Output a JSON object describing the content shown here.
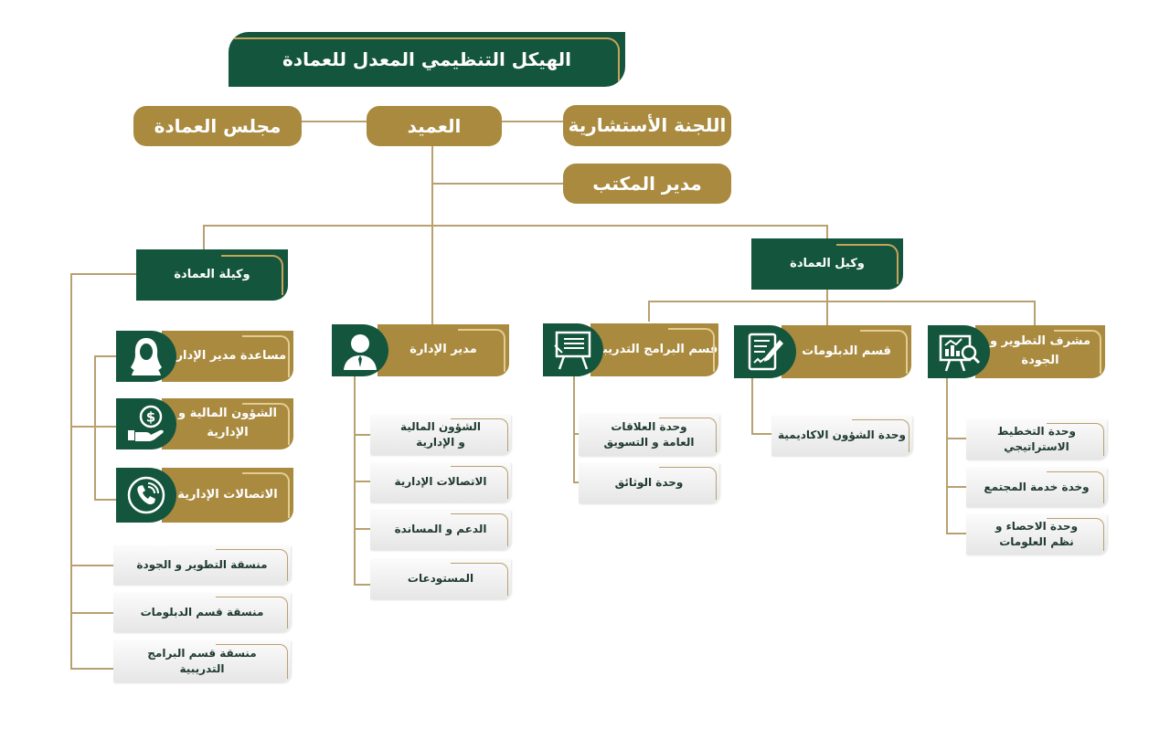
{
  "title": "الهيكل التنظيمي المعدل للعمادة",
  "colors": {
    "green": "#14553d",
    "gold": "#a98a3f",
    "line": "#b8a070"
  },
  "top": {
    "council": "مجلس العمادة",
    "dean": "العميد",
    "advisory": "اللجنة الأستشارية",
    "office_manager": "مدير المكتب"
  },
  "vice_dean_f": {
    "label": "وكيلة العمادة",
    "units": [
      {
        "label": "مساعدة مدير الإدارة",
        "icon": "woman-avatar-icon"
      },
      {
        "label": "الشؤون المالية و الإدارية",
        "icon": "dollar-hand-icon"
      },
      {
        "label": "الاتصالات الإدارية",
        "icon": "phone-icon"
      }
    ],
    "coordinators": [
      "منسقة التطوير و الجودة",
      "منسقة قسم الدبلومات",
      "منسقة قسم البرامج التدريبية"
    ]
  },
  "admin_manager": {
    "label": "مدير الإدارة",
    "icon": "man-avatar-icon",
    "units": [
      "الشؤون المالية و الإدارية",
      "الاتصالات الإدارية",
      "الدعم و المساندة",
      "المستودعات"
    ]
  },
  "vice_dean_m": {
    "label": "وكيل العمادة",
    "departments": [
      {
        "label": "قسم البرامج التدريبية",
        "icon": "presentation-board-icon",
        "units": [
          "وحدة العلاقات العامة و التسويق",
          "وحدة الوثائق"
        ]
      },
      {
        "label": "قسم الدبلومات",
        "icon": "certificate-pen-icon",
        "units": [
          "وحدة الشؤون الاكاديمية"
        ]
      },
      {
        "label": "مشرف التطوير و الجودة",
        "icon": "chart-magnifier-icon",
        "units": [
          "وحدة التخطيط الاستراتيجي",
          "وخدة خدمة المجتمع",
          "وحدة الاحصاء و نظم العلومات"
        ]
      }
    ]
  }
}
